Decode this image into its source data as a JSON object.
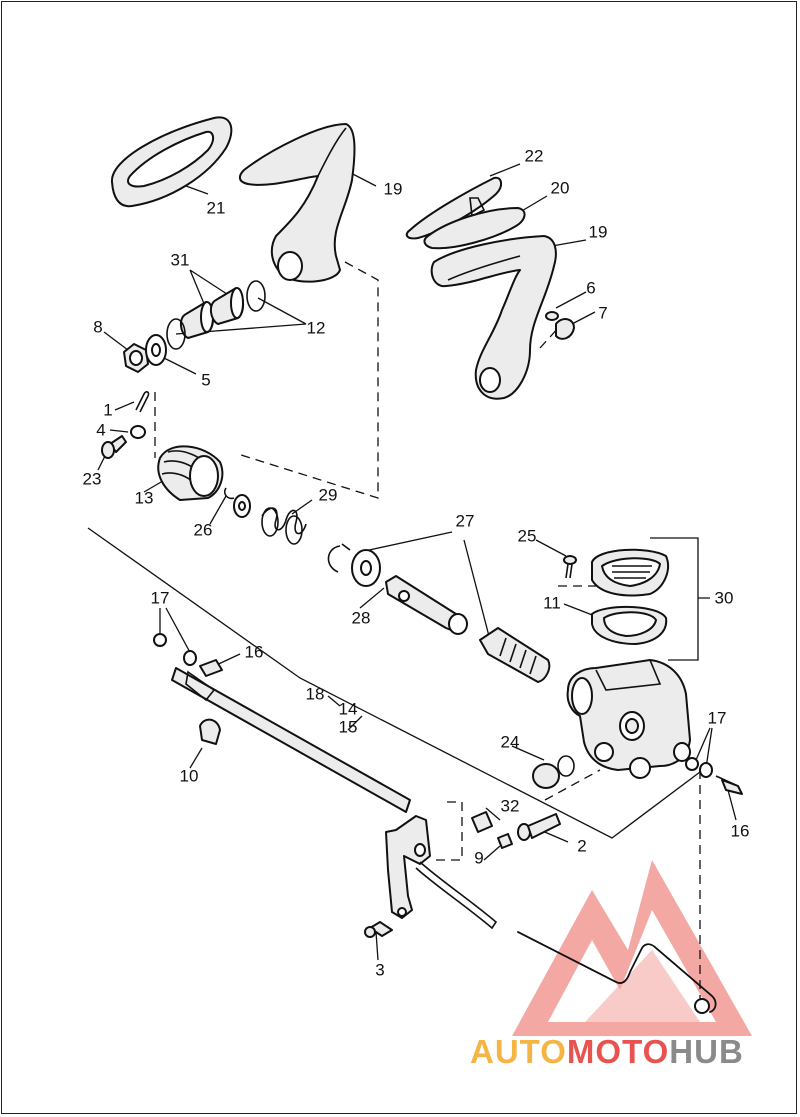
{
  "callouts": [
    {
      "n": "1"
    },
    {
      "n": "2"
    },
    {
      "n": "3"
    },
    {
      "n": "4"
    },
    {
      "n": "5"
    },
    {
      "n": "6"
    },
    {
      "n": "7"
    },
    {
      "n": "8"
    },
    {
      "n": "9"
    },
    {
      "n": "10"
    },
    {
      "n": "11"
    },
    {
      "n": "12"
    },
    {
      "n": "13"
    },
    {
      "n": "14"
    },
    {
      "n": "15"
    },
    {
      "n": "16"
    },
    {
      "n": "16"
    },
    {
      "n": "17"
    },
    {
      "n": "17"
    },
    {
      "n": "18"
    },
    {
      "n": "19"
    },
    {
      "n": "19"
    },
    {
      "n": "20"
    },
    {
      "n": "21"
    },
    {
      "n": "22"
    },
    {
      "n": "23"
    },
    {
      "n": "24"
    },
    {
      "n": "25"
    },
    {
      "n": "26"
    },
    {
      "n": "27"
    },
    {
      "n": "28"
    },
    {
      "n": "29"
    },
    {
      "n": "30"
    },
    {
      "n": "31"
    },
    {
      "n": "32"
    }
  ],
  "watermark": {
    "part1": "AUTO",
    "part2": "MOTO",
    "part3": "HUB",
    "color1": "#f5b545",
    "color2": "#e8524f",
    "color3": "#8a8a8a",
    "triangle_color": "#f08b86"
  }
}
